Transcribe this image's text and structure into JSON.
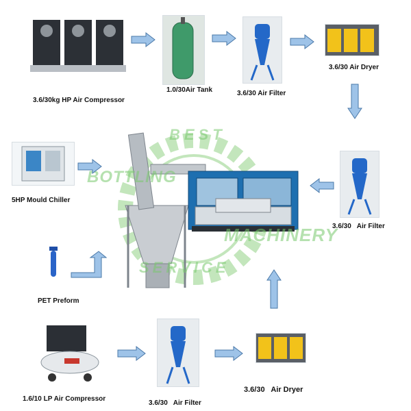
{
  "nodes": {
    "hp_compressor": "3.6/30kg HP Air Compressor",
    "air_tank": "1.0/30Air Tank",
    "filter_top": "3.6/30 Air Filter",
    "dryer_top": "3.6/30 Air Dryer",
    "filter_right": "3.6/30   Air Filter",
    "chiller": "5HP Mould Chiller",
    "preform": "PET Preform",
    "lp_compressor": "1.6/10 LP Air Compressor",
    "filter_bottom": "3.6/30   Air Filter",
    "dryer_bottom": "3.6/30   Air Dryer"
  },
  "watermark": {
    "top": "BEST",
    "left": "BOTTLING",
    "right": "MACHINERY",
    "bottom": "SERVICE"
  },
  "colors": {
    "arrow_fill": "#9ec3e8",
    "arrow_stroke": "#4a78a8",
    "machine_blue": "#1e6fb0",
    "filter_blue": "#2468c8",
    "tank_green": "#3f9a6a",
    "dryer_yellow": "#f2c21a",
    "watermark_green": "#7cc86c"
  }
}
